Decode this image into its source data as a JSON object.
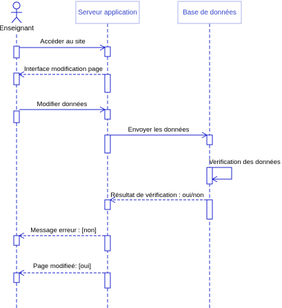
{
  "participants": {
    "actor": "Enseignant",
    "server": "Serveur application",
    "database": "Base de données"
  },
  "messages": [
    {
      "label": "Accéder au site",
      "from": "actor",
      "to": "server",
      "kind": "call"
    },
    {
      "label": "Interface modification page",
      "from": "server",
      "to": "actor",
      "kind": "return"
    },
    {
      "label": "Modifier données",
      "from": "actor",
      "to": "server",
      "kind": "call"
    },
    {
      "label": "Envoyer les données",
      "from": "server",
      "to": "database",
      "kind": "call"
    },
    {
      "label": "Verification des données",
      "from": "database",
      "to": "database",
      "kind": "self"
    },
    {
      "label": "Résultat de vérification : oui/non",
      "from": "database",
      "to": "server",
      "kind": "return"
    },
    {
      "label": "Message erreur : [non]",
      "from": "server",
      "to": "actor",
      "kind": "return"
    },
    {
      "label": "Page modifieé: [oui]",
      "from": "server",
      "to": "actor",
      "kind": "return"
    }
  ],
  "colors": {
    "line": "#1a22cc",
    "header_text": "#3344cc",
    "header_border": "#a9b2ee"
  }
}
